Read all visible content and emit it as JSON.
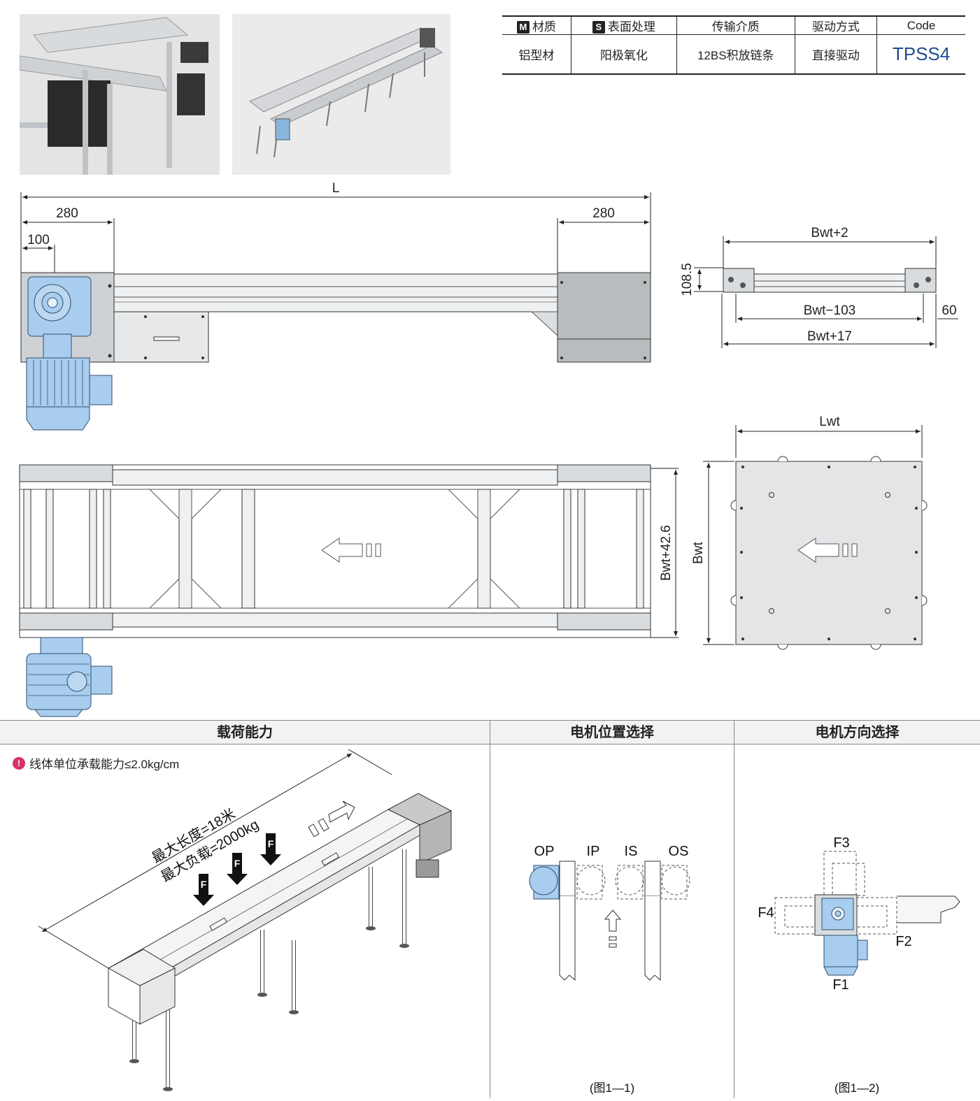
{
  "spec_table": {
    "headers": [
      {
        "badge": "M",
        "label": "材质"
      },
      {
        "badge": "S",
        "label": "表面处理"
      },
      {
        "badge": "",
        "label": "传输介质"
      },
      {
        "badge": "",
        "label": "驱动方式"
      },
      {
        "badge": "",
        "label": "Code"
      }
    ],
    "values": [
      "铝型材",
      "阳极氧化",
      "12BS积放链条",
      "直接驱动",
      "TPSS4"
    ]
  },
  "dimensions": {
    "L": "L",
    "left_280": "280",
    "right_280": "280",
    "d100": "100",
    "bwt_plus_2": "Bwt+2",
    "h108_5": "108.5",
    "bwt_minus_103": "Bwt−103",
    "d60": "60",
    "bwt_plus_17": "Bwt+17",
    "bwt_plus_42_6": "Bwt+42.6",
    "lwt": "Lwt",
    "bwt": "Bwt"
  },
  "sections": {
    "load_title": "载荷能力",
    "motor_position_title": "电机位置选择",
    "motor_direction_title": "电机方向选择"
  },
  "load": {
    "note": "线体单位承载能力≤2.0kg/cm",
    "max_length": "最大长度=18米",
    "max_load": "最大负载=2000kg",
    "force_label": "F"
  },
  "motor_position": {
    "labels": [
      "OP",
      "IP",
      "IS",
      "OS"
    ],
    "caption": "(图1—1)"
  },
  "motor_direction": {
    "labels": [
      "F1",
      "F2",
      "F3",
      "F4"
    ],
    "caption": "(图1—2)"
  },
  "colors": {
    "motor_blue": "#a9cdee",
    "frame_gray": "#d9dcdf",
    "code_blue": "#1d4d8c"
  }
}
